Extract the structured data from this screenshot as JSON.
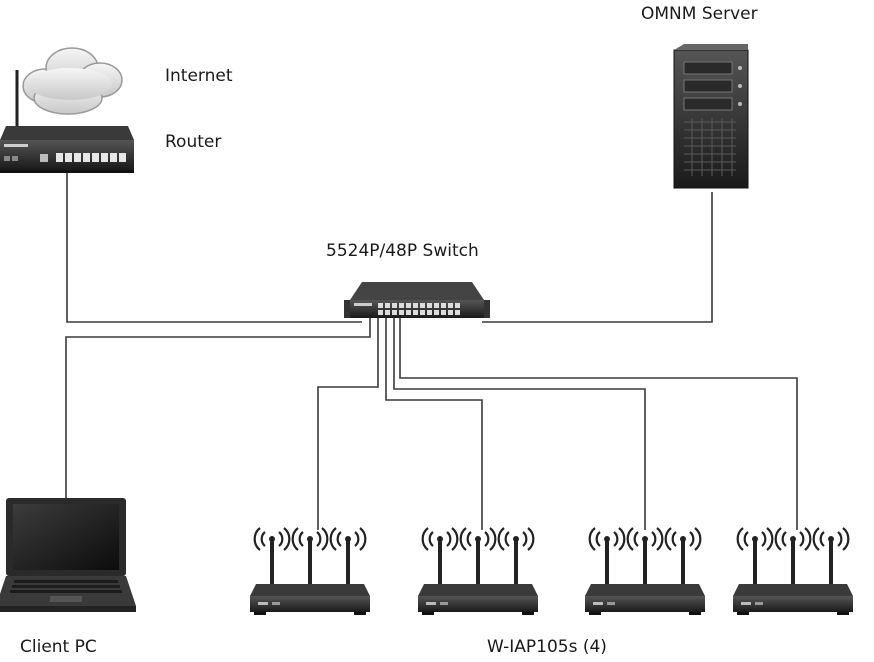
{
  "labels": {
    "internet": "Internet",
    "router": "Router",
    "server": "OMNM Server",
    "switch": "5524P/48P Switch",
    "client_pc": "Client PC",
    "access_points": "W-IAP105s (4)"
  },
  "icons": {
    "cloud": "cloud-icon",
    "router": "router-icon",
    "server": "server-tower-icon",
    "switch": "network-switch-icon",
    "laptop": "laptop-icon",
    "access_point": "wireless-access-point-icon"
  },
  "colors": {
    "line": "#3a3a3a",
    "device_dark": "#1e1e1e",
    "device_mid": "#444444",
    "cloud": "#e8e8e8"
  }
}
